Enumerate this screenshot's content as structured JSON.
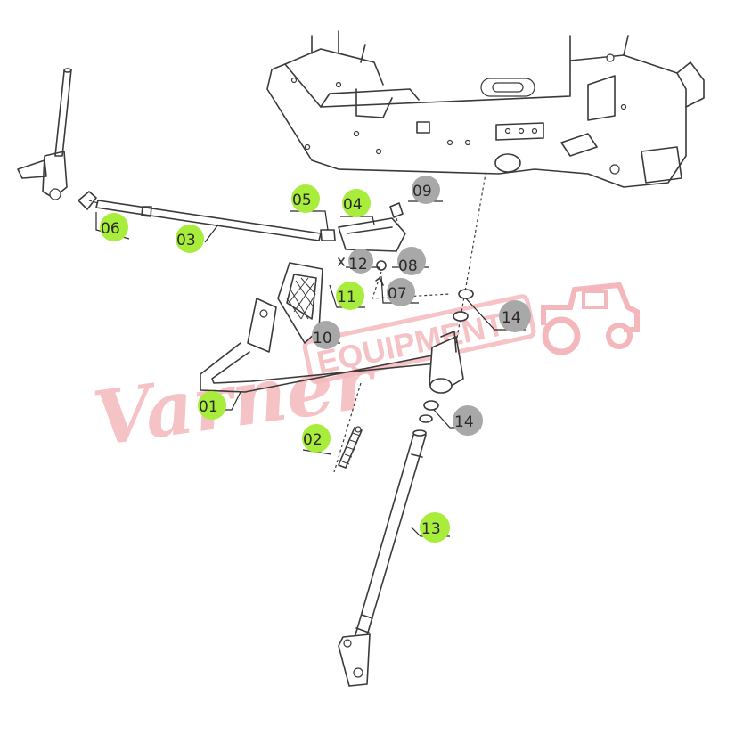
{
  "watermark": {
    "script_text": "Varner",
    "block_text": "EQUIPMENT"
  },
  "callouts": [
    {
      "id": "01",
      "label": "01",
      "color": "green"
    },
    {
      "id": "02",
      "label": "02",
      "color": "green"
    },
    {
      "id": "03",
      "label": "03",
      "color": "green"
    },
    {
      "id": "04",
      "label": "04",
      "color": "green"
    },
    {
      "id": "05",
      "label": "05",
      "color": "green"
    },
    {
      "id": "06",
      "label": "06",
      "color": "green"
    },
    {
      "id": "07",
      "label": "07",
      "color": "grey"
    },
    {
      "id": "08",
      "label": "08",
      "color": "grey"
    },
    {
      "id": "09",
      "label": "09",
      "color": "grey"
    },
    {
      "id": "10",
      "label": "10",
      "color": "grey"
    },
    {
      "id": "11",
      "label": "11",
      "color": "green"
    },
    {
      "id": "12",
      "label": "12",
      "color": "grey"
    },
    {
      "id": "13",
      "label": "13",
      "color": "green"
    },
    {
      "id": "14a",
      "label": "14",
      "color": "grey"
    },
    {
      "id": "14b",
      "label": "14",
      "color": "grey"
    }
  ],
  "colors": {
    "callout_green": "#a8ec3c",
    "callout_grey": "#a8a8a8",
    "watermark": "#f4b8bc",
    "line": "#3a3a3a"
  }
}
